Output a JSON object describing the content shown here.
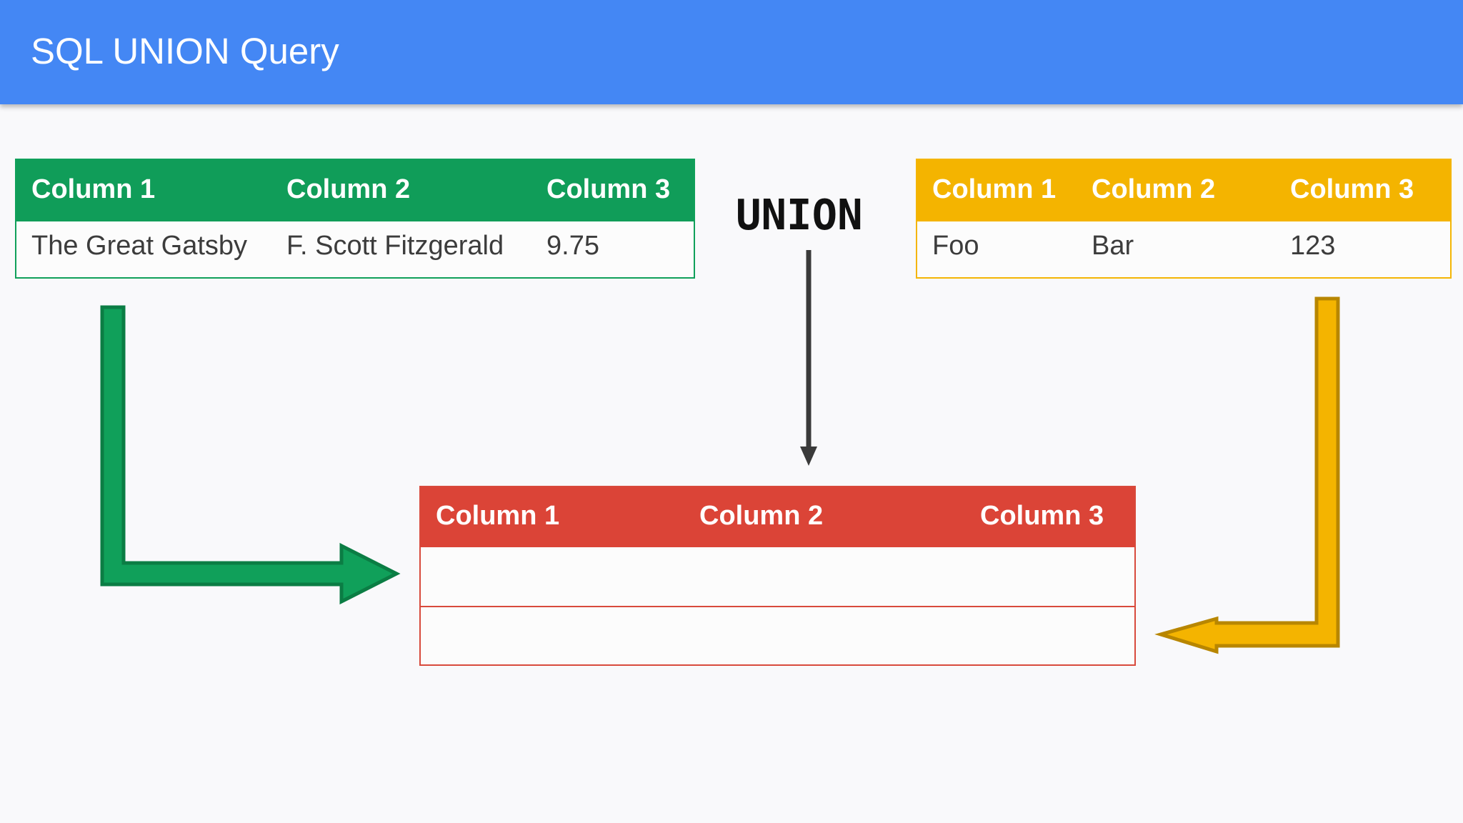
{
  "slide": {
    "title": "SQL UNION Query",
    "union_label": "UNION"
  },
  "colors": {
    "header": "#4487f4",
    "left_table": "#109d59",
    "right_table": "#f4b400",
    "result_table": "#db4437",
    "union_arrow": "#3a3a3a"
  },
  "left_table": {
    "headers": [
      "Column 1",
      "Column 2",
      "Column 3"
    ],
    "rows": [
      [
        "The Great Gatsby",
        "F. Scott Fitzgerald",
        "9.75"
      ]
    ]
  },
  "right_table": {
    "headers": [
      "Column 1",
      "Column 2",
      "Column 3"
    ],
    "rows": [
      [
        "Foo",
        "Bar",
        "123"
      ]
    ]
  },
  "result_table": {
    "headers": [
      "Column 1",
      "Column 2",
      "Column 3"
    ],
    "rows": [
      [
        "",
        "",
        ""
      ],
      [
        "",
        "",
        ""
      ]
    ]
  },
  "icons": {
    "left_arrow": "bent-arrow-right-icon",
    "right_arrow": "bent-arrow-left-icon",
    "union_arrow": "arrow-down-icon"
  }
}
